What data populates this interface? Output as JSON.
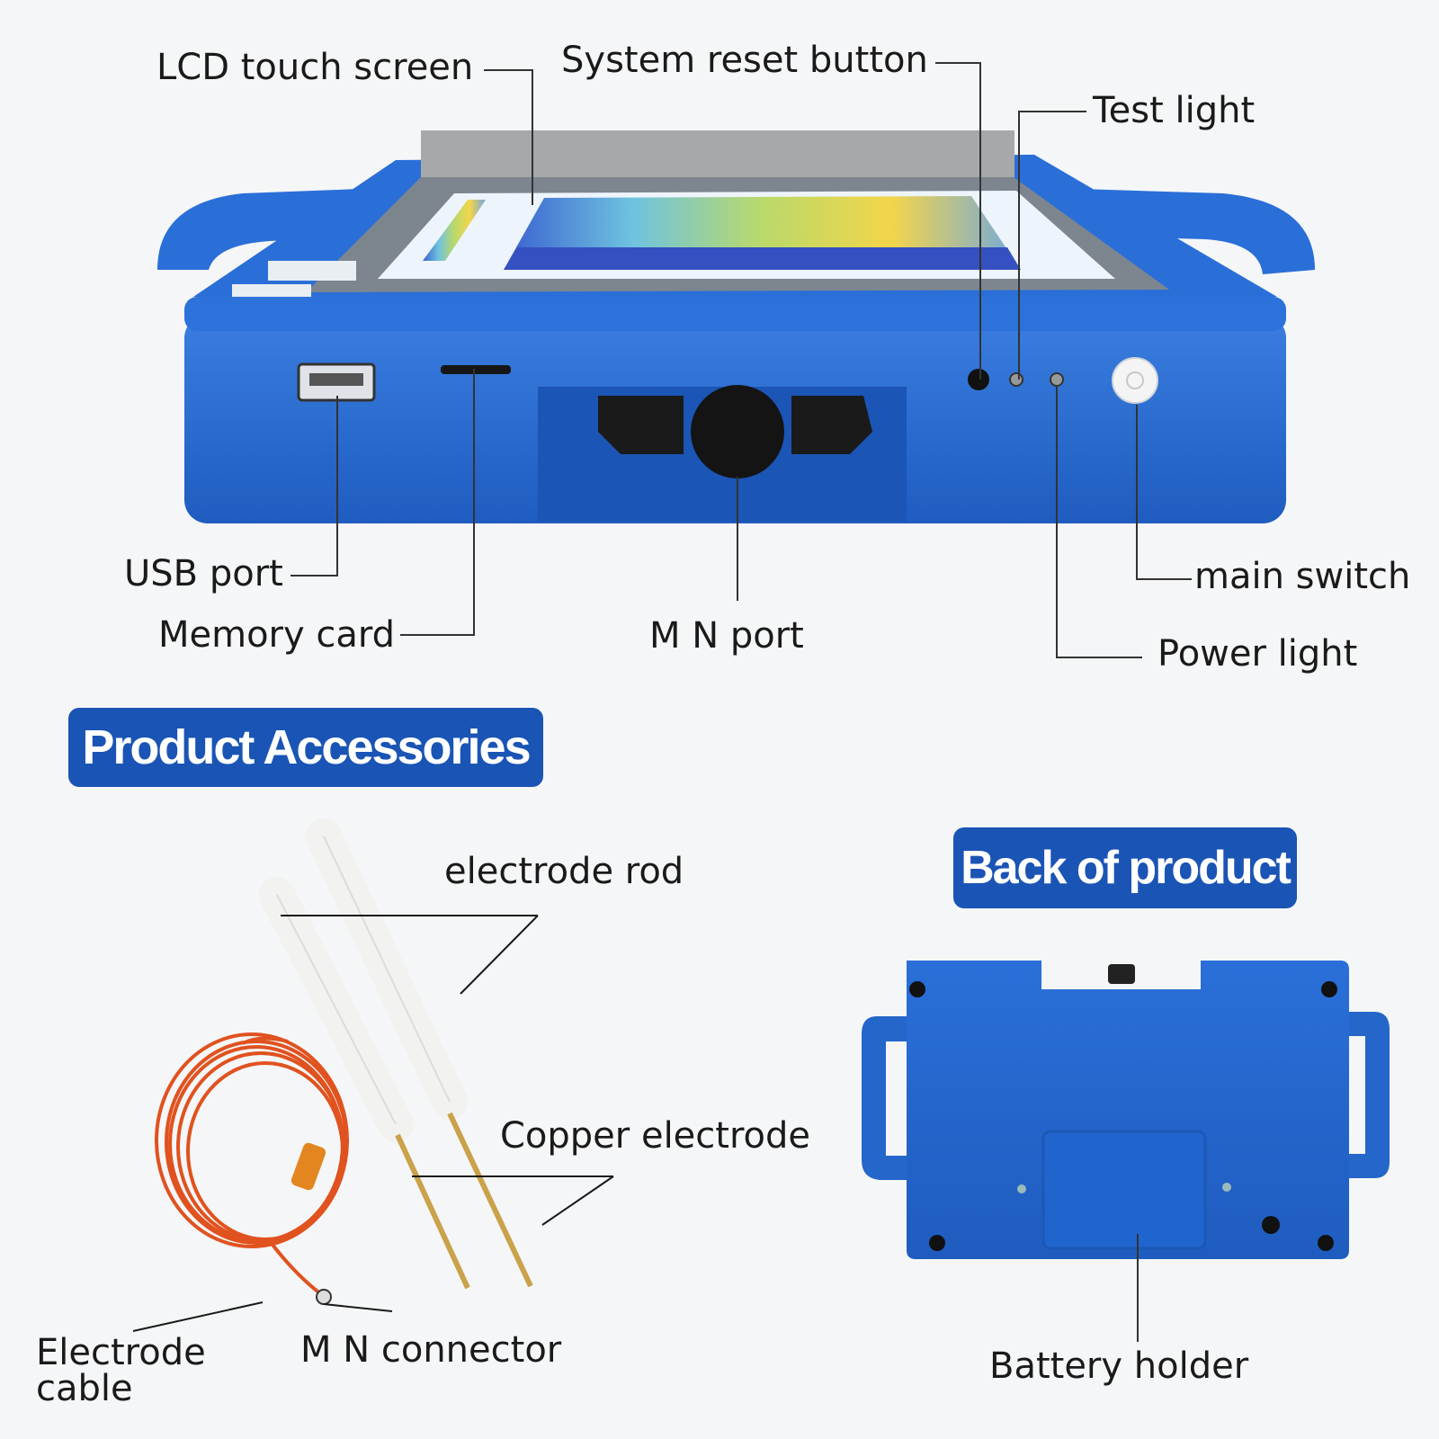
{
  "labels": {
    "lcd_touch_screen": "LCD touch screen",
    "system_reset_button": "System reset button",
    "test_light": "Test light",
    "usb_port": "USB port",
    "memory_card": "Memory card",
    "mn_port": "M N port",
    "main_switch": "main switch",
    "power_light": "Power light",
    "electrode_rod": "electrode rod",
    "copper_electrode": "Copper electrode",
    "electrode_cable": "Electrode\ncable",
    "mn_connector": "M N connector",
    "battery_holder": "Battery holder"
  },
  "sections": {
    "accessories_title": "Product Accessories",
    "back_title": "Back of product"
  },
  "colors": {
    "device_blue": "#2466c9",
    "badge_blue": "#1a54b5",
    "cable_orange": "#e0521f",
    "electrode_gold": "#c9a24a",
    "rod_white": "#f2f2f0",
    "callout_line": "#333333"
  }
}
